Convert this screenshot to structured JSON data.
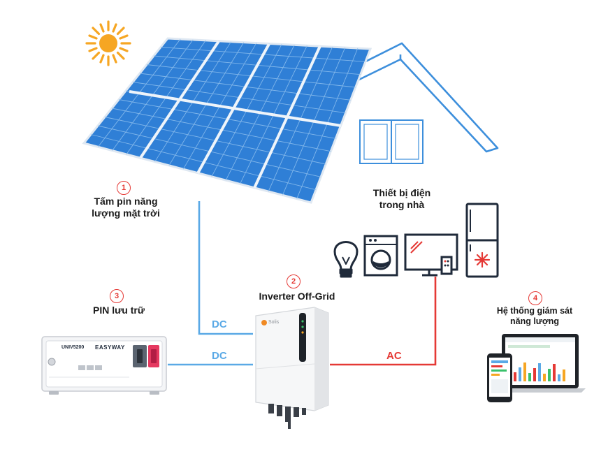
{
  "nodes": {
    "solar": {
      "number": "1",
      "line1": "Tấm pin năng",
      "line2": "lượng mặt trời"
    },
    "inverter": {
      "number": "2",
      "label": "Inverter Off-Grid",
      "brand": "Solis"
    },
    "battery": {
      "number": "3",
      "label": "PIN lưu trữ",
      "model": "UNIV5200",
      "brand": "EASYWAY"
    },
    "monitoring": {
      "number": "4",
      "line1": "Hệ thống giám sát",
      "line2": "năng lượng"
    },
    "appliances": {
      "line1": "Thiết bị điện",
      "line2": "trong nhà"
    }
  },
  "connections": {
    "solar_to_inverter": "DC",
    "battery_to_inverter": "DC",
    "inverter_to_appliances": "AC"
  },
  "colors": {
    "dc_line": "#5aa9e6",
    "ac_line": "#e53935",
    "panel": "#2f7fd6",
    "roof": "#3d8fdc",
    "sun": "#f6a623",
    "number_circle": "#e53935",
    "dark_outline": "#1f2a3a"
  }
}
